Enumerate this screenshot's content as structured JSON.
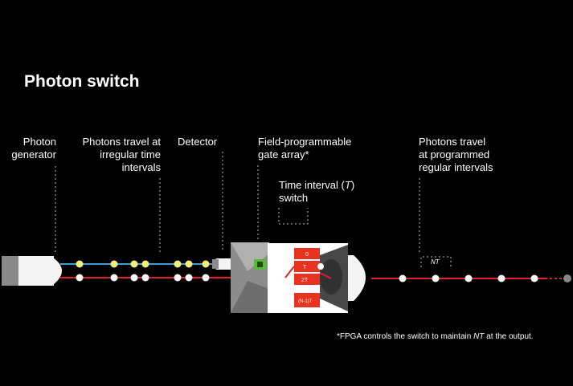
{
  "title": "Photon switch",
  "labels": {
    "generator": "Photon\ngenerator",
    "irregular": "Photons travel at\nirregular time\nintervals",
    "detector": "Detector",
    "fpga": "Field-programmable\ngate array*",
    "switch_pre": "Time interval (",
    "switch_t": "T",
    "switch_post": ")\nswitch",
    "regular": "Photons travel\nat programmed\nregular intervals"
  },
  "nt_label": "NT",
  "switch_slots": [
    "0",
    "T",
    "2T",
    "(N-1)T"
  ],
  "footnote": {
    "prefix": "*FPGA controls the switch to maintain ",
    "nt": "NT",
    "suffix": " at the output."
  },
  "colors": {
    "beam_blue": "#3aa0d8",
    "beam_red": "#e0202a",
    "photon_yellow": "#f2f07a",
    "photon_white": "#ffffff",
    "fpga_green": "#5cb83a",
    "slot_red": "#e8321f"
  }
}
